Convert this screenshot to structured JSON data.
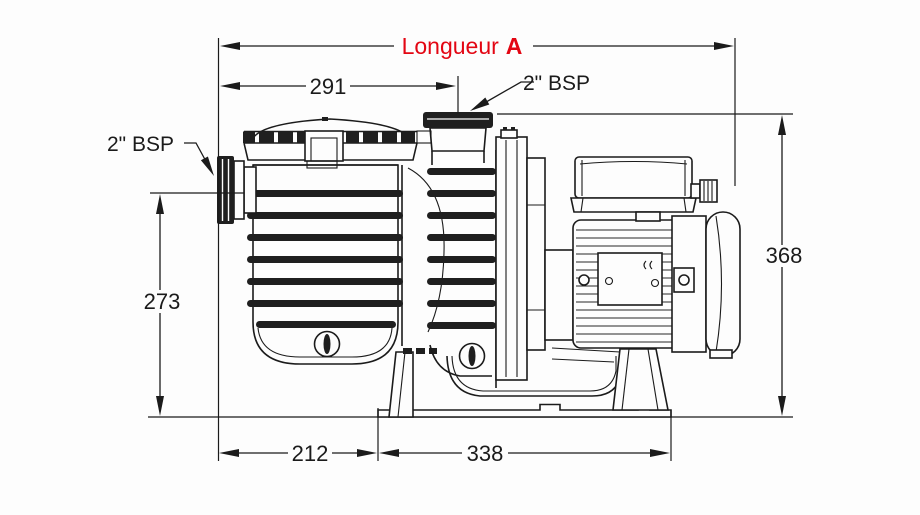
{
  "diagram": {
    "colors": {
      "accent": "#e30613",
      "line": "#1b1b1b",
      "background": "#fdfdfd"
    },
    "dimensions": {
      "overall_length": {
        "word": "Longueur",
        "letter": "A"
      },
      "suction_to_outlet": "291",
      "inlet_centre_height": "273",
      "overall_height": "368",
      "front_overhang": "212",
      "base_length": "338"
    },
    "ports": {
      "outlet": "2\" BSP",
      "inlet": "2\" BSP"
    }
  }
}
